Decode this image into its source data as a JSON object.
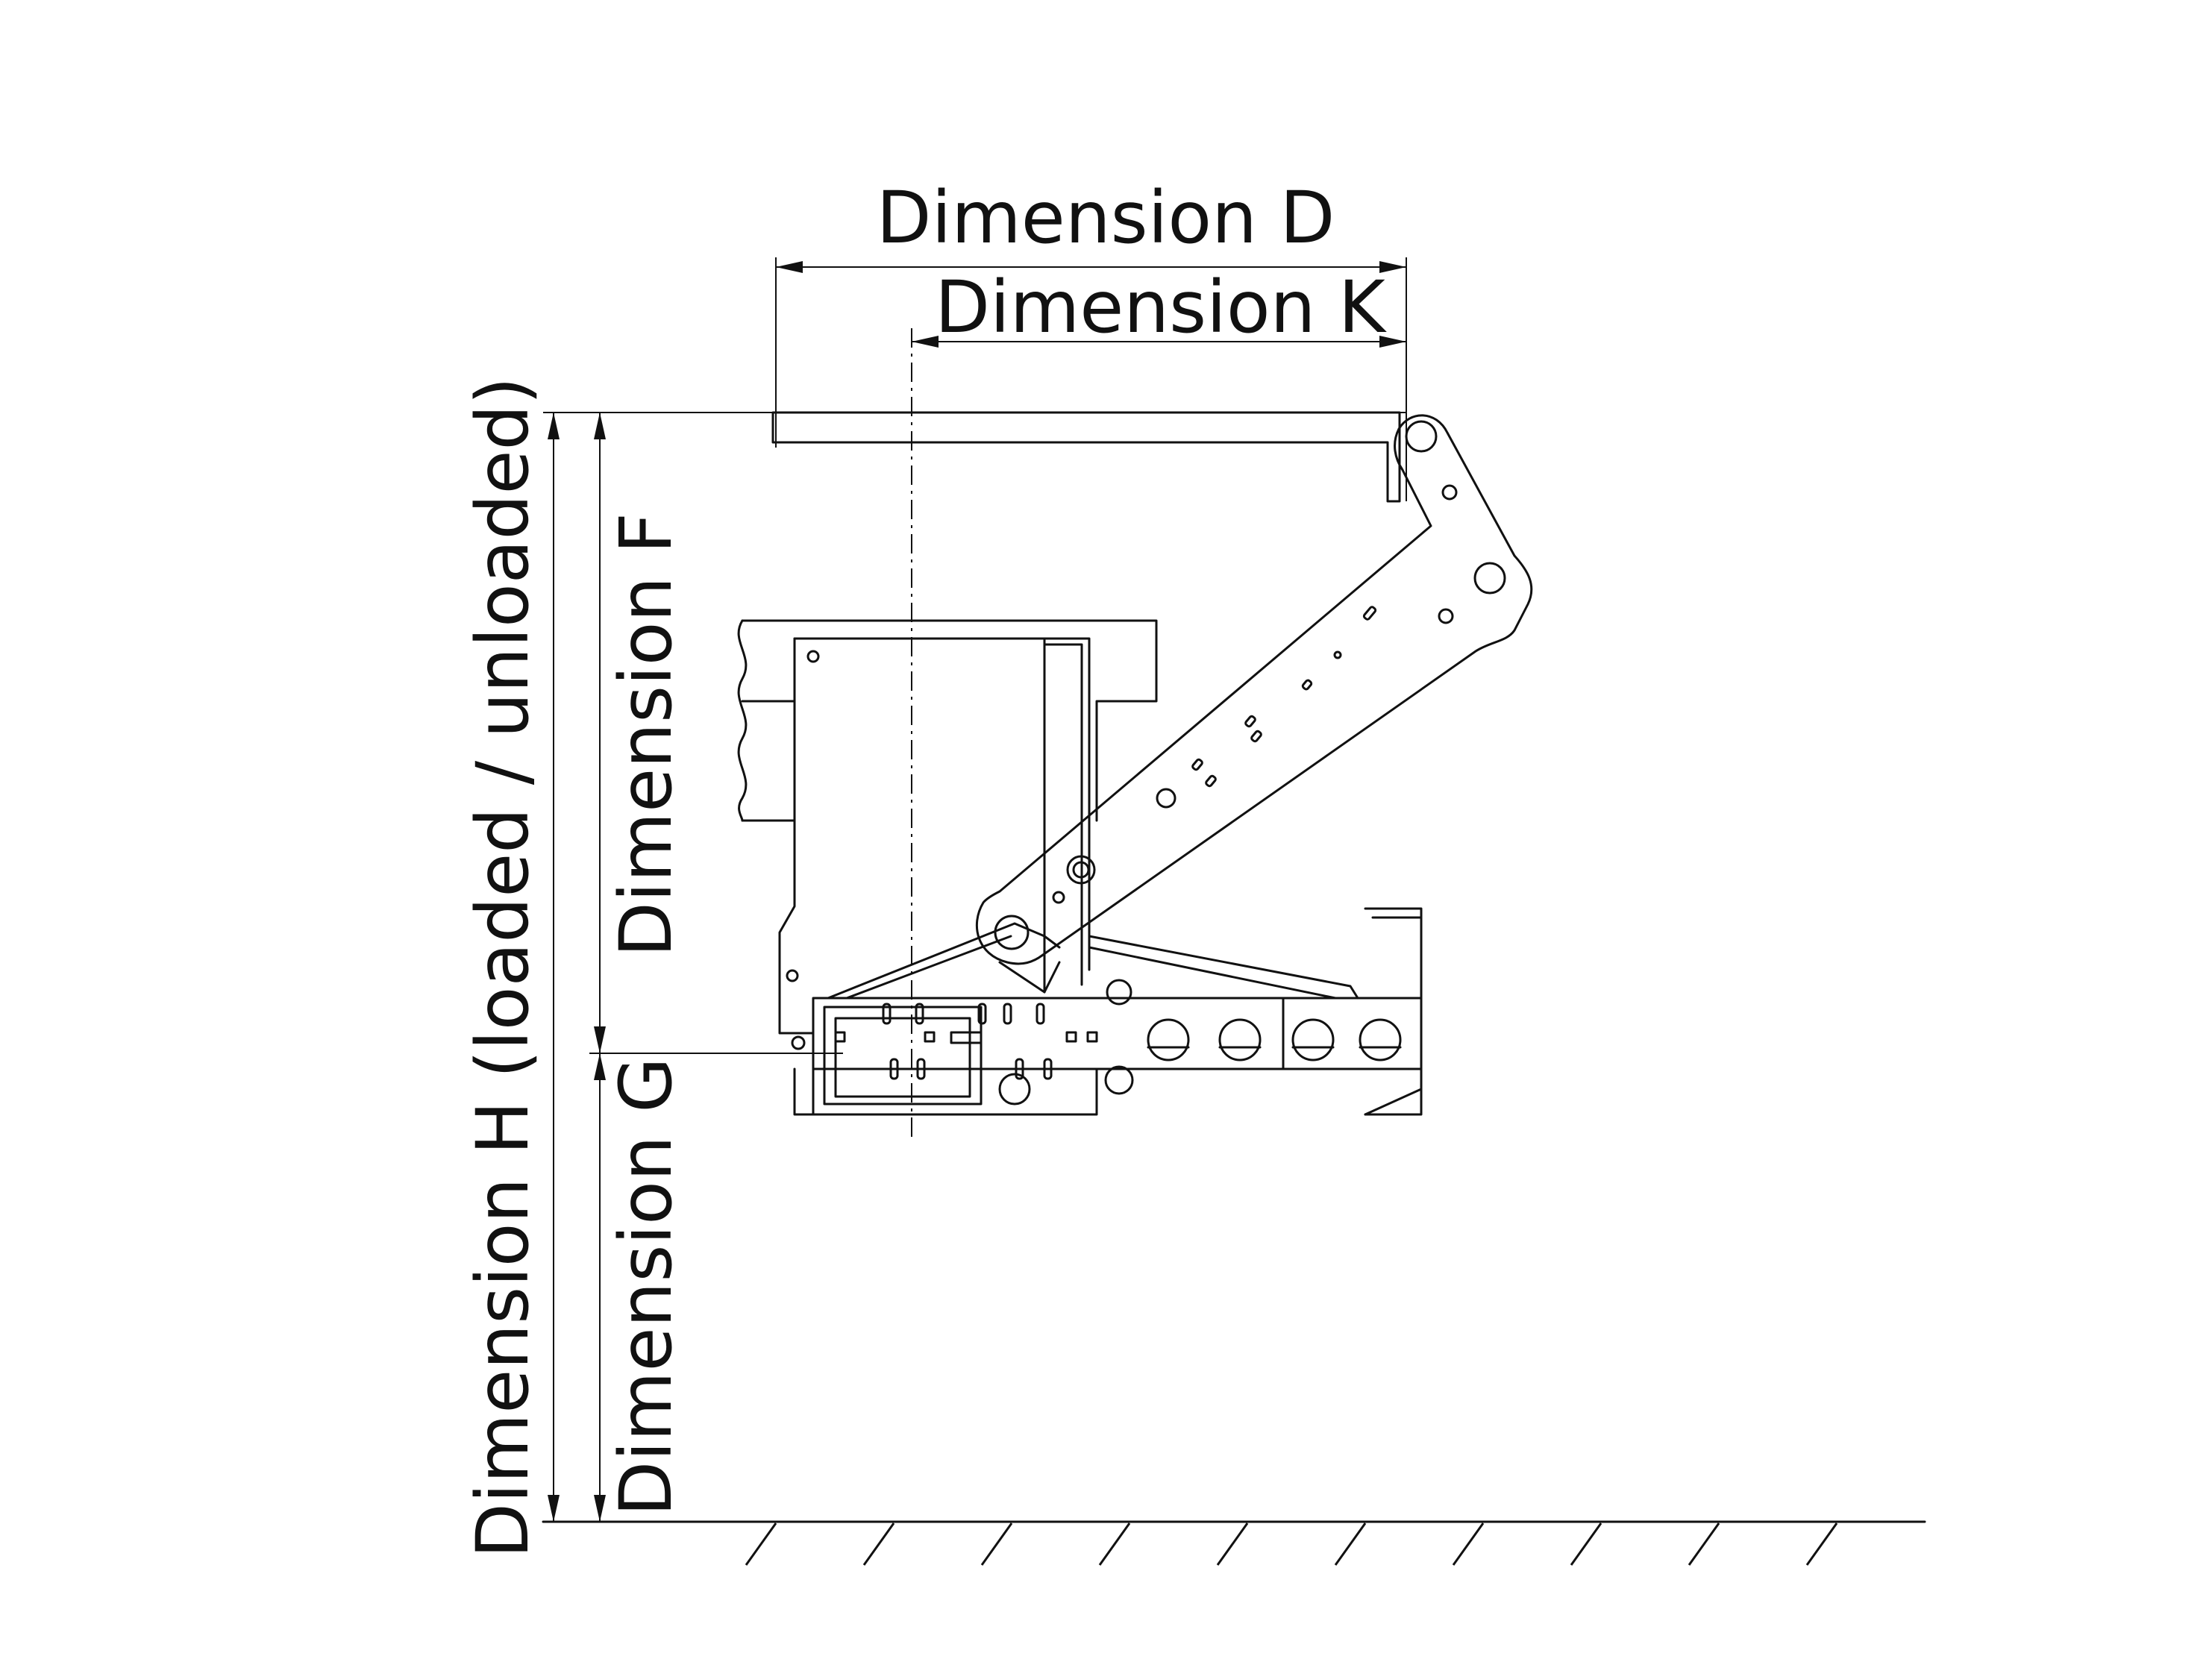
{
  "labels": {
    "dimension_d": "Dimension D",
    "dimension_k": "Dimension K",
    "dimension_f": "Dimension F",
    "dimension_g": "Dimension G",
    "dimension_h": "Dimension H (loaded / unloaded)"
  },
  "colors": {
    "line": "#111111",
    "background": "#ffffff"
  }
}
